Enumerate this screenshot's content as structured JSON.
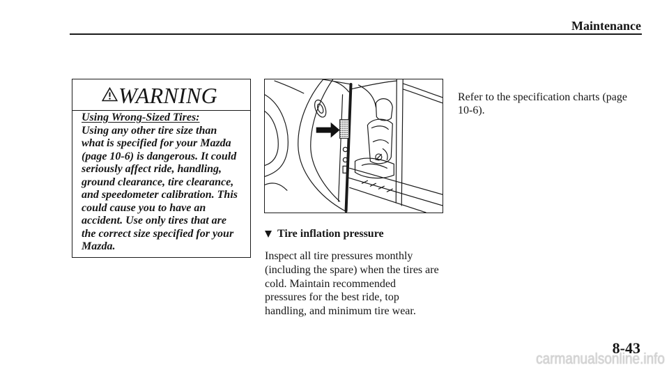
{
  "header": {
    "title": "Maintenance"
  },
  "warning": {
    "icon": "warning-triangle-icon",
    "heading": "WARNING",
    "subheading": "Using Wrong-Sized Tires:",
    "body_lines": [
      "Using any other tire size than",
      "what is specified for your Mazda",
      "(page 10-6) is dangerous. It could",
      "seriously affect ride, handling,",
      "ground clearance, tire clearance,",
      "and speedometer calibration. This",
      "could cause you to have an",
      "accident. Use only tires that are",
      "the correct size specified for your",
      "Mazda."
    ]
  },
  "section": {
    "bullet_icon": "down-triangle-icon",
    "heading": "Tire inflation pressure",
    "body_lines": [
      "Inspect all tire pressures monthly",
      "(including the spare) when the tires are",
      "cold. Maintain recommended",
      "pressures for the best ride, top",
      "handling, and minimum tire wear."
    ]
  },
  "side_note": {
    "lines": [
      "Refer to the specification charts (page",
      "10-6)."
    ]
  },
  "page_number": "8-43",
  "watermark": "carmanualsonline.info",
  "colors": {
    "ink": "#161616",
    "paper": "#ffffff"
  }
}
